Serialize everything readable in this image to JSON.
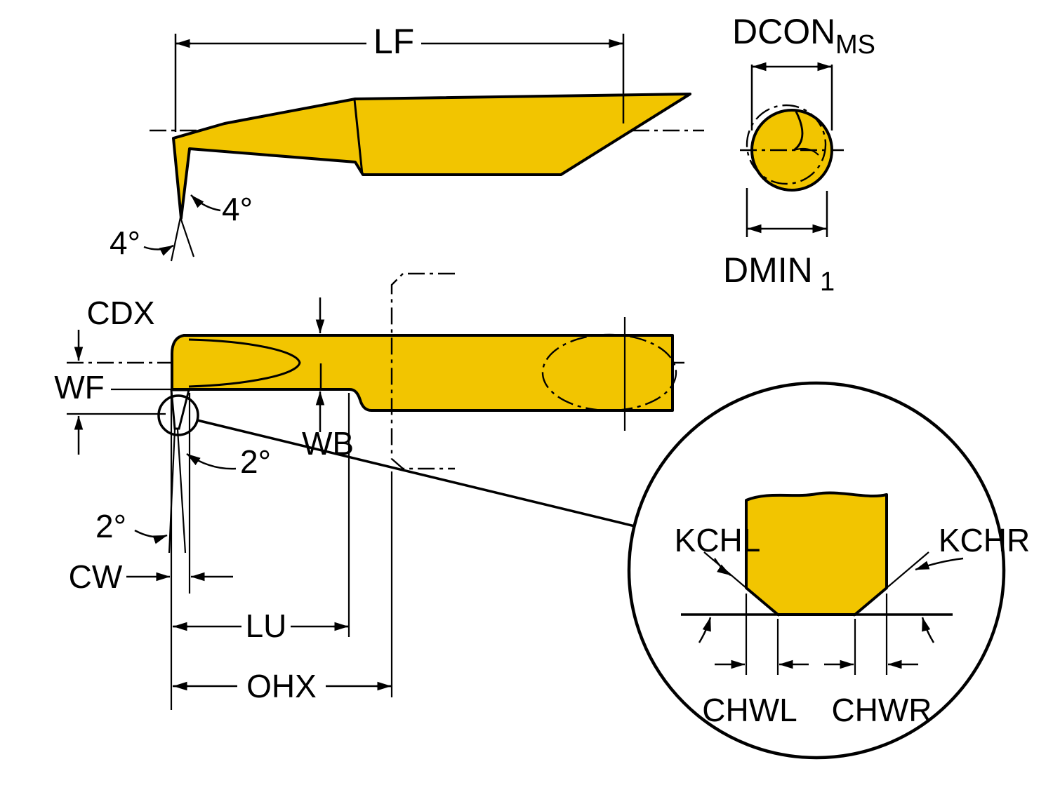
{
  "title": "Cutting tool dimension drawing",
  "colors": {
    "tool_yellow": "#F2C500",
    "line": "#000000",
    "background": "#FFFFFF"
  },
  "views": {
    "side_view": {
      "dims": {
        "lf": "LF",
        "angle_top": "4°",
        "angle_front": "4°"
      }
    },
    "end_view": {
      "dims": {
        "dcon": "DCON",
        "dcon_sub": "MS",
        "dmin": "DMIN",
        "dmin_sub": "1"
      }
    },
    "top_view": {
      "dims": {
        "cdx": "CDX",
        "wf": "WF",
        "wb": "WB",
        "angle_right": "2°",
        "angle_left": "2°",
        "cw": "CW",
        "lu": "LU",
        "ohx": "OHX"
      }
    },
    "detail_view": {
      "dims": {
        "kchl": "KCHL",
        "kchr": "KCHR",
        "chwl": "CHWL",
        "chwr": "CHWR"
      }
    }
  }
}
